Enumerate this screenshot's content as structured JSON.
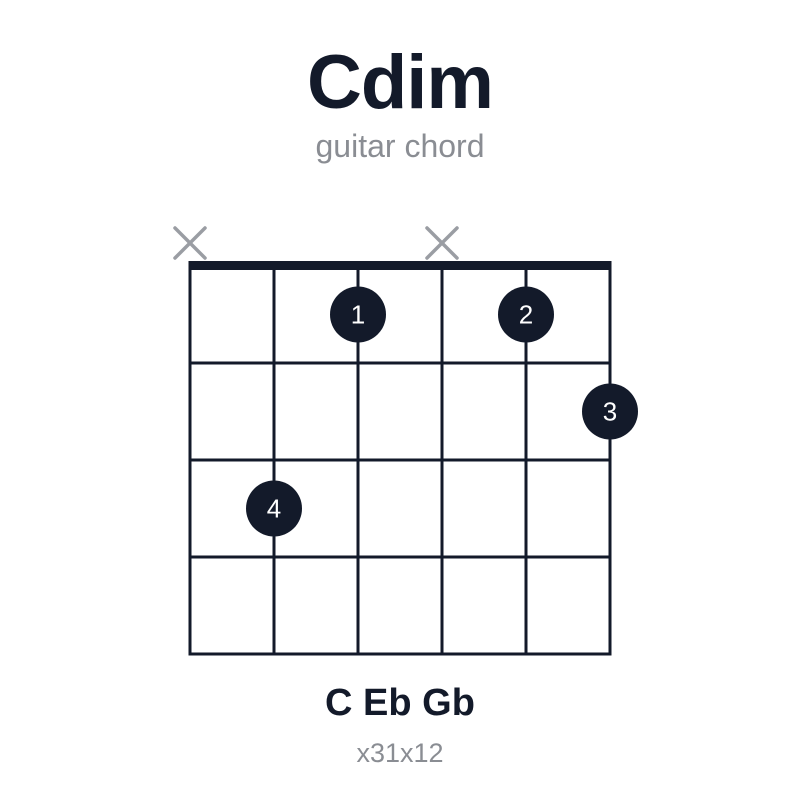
{
  "chord": {
    "name": "Cdim",
    "subtitle": "guitar chord",
    "notes": "C Eb Gb",
    "fingering": "x31x12"
  },
  "diagram": {
    "strings": 6,
    "frets": 4,
    "muted_strings": [
      1,
      4
    ],
    "dots": [
      {
        "string": 3,
        "fret": 1,
        "finger": "1"
      },
      {
        "string": 5,
        "fret": 1,
        "finger": "2"
      },
      {
        "string": 6,
        "fret": 2,
        "finger": "3"
      },
      {
        "string": 2,
        "fret": 3,
        "finger": "4"
      }
    ],
    "colors": {
      "ink": "#131a2a",
      "muted": "#9a9da3",
      "dot_text": "#ffffff"
    }
  }
}
